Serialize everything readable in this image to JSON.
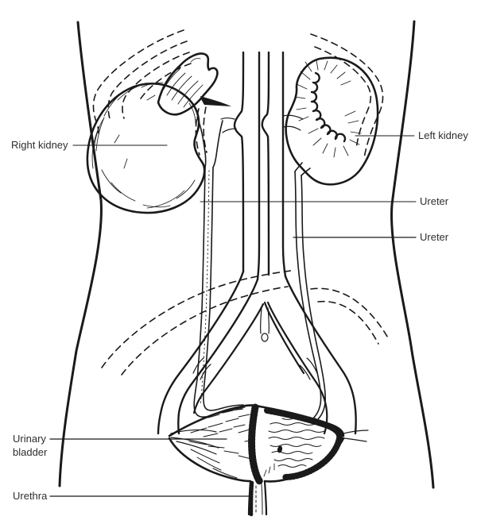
{
  "labels": {
    "right_kidney": "Right kidney",
    "left_kidney": "Left kidney",
    "ureter_right": "Ureter",
    "ureter_left": "Ureter",
    "urinary_bladder_line1": "Urinary",
    "urinary_bladder_line2": "bladder",
    "urethra": "Urethra"
  },
  "colors": {
    "ink": "#1a1a1a",
    "leader_dark": "#3c3c3c",
    "leader_light": "#9c9c9c",
    "text": "#2e2e2e",
    "background": "#ffffff"
  }
}
